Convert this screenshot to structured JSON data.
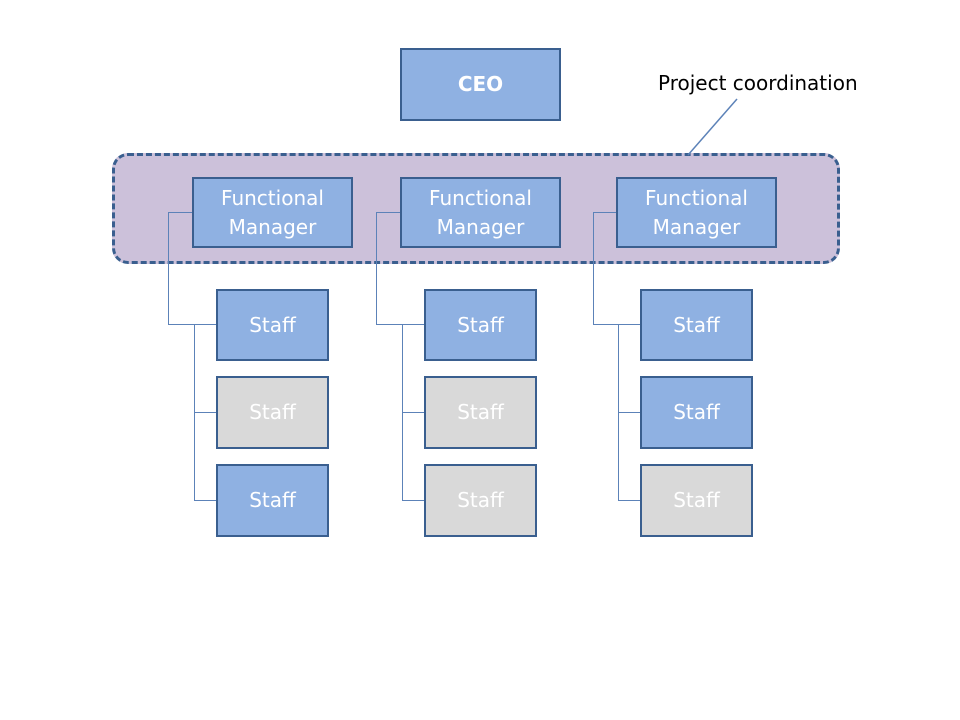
{
  "ceo": {
    "label": "CEO"
  },
  "project_group": {
    "label": "Project coordination"
  },
  "managers": [
    {
      "label": "Functional\nManager"
    },
    {
      "label": "Functional\nManager"
    },
    {
      "label": "Functional\nManager"
    }
  ],
  "staff": [
    [
      {
        "label": "Staff",
        "status": "active"
      },
      {
        "label": "Staff",
        "status": "inactive"
      },
      {
        "label": "Staff",
        "status": "active"
      }
    ],
    [
      {
        "label": "Staff",
        "status": "active"
      },
      {
        "label": "Staff",
        "status": "inactive"
      },
      {
        "label": "Staff",
        "status": "inactive"
      }
    ],
    [
      {
        "label": "Staff",
        "status": "active"
      },
      {
        "label": "Staff",
        "status": "active"
      },
      {
        "label": "Staff",
        "status": "inactive"
      }
    ]
  ],
  "colors": {
    "active_fill": "#8fb1e2",
    "inactive_fill": "#d9d9d9",
    "border": "#3a5f8f",
    "group_fill": "#ccc1da",
    "connector": "#5c82b8"
  }
}
